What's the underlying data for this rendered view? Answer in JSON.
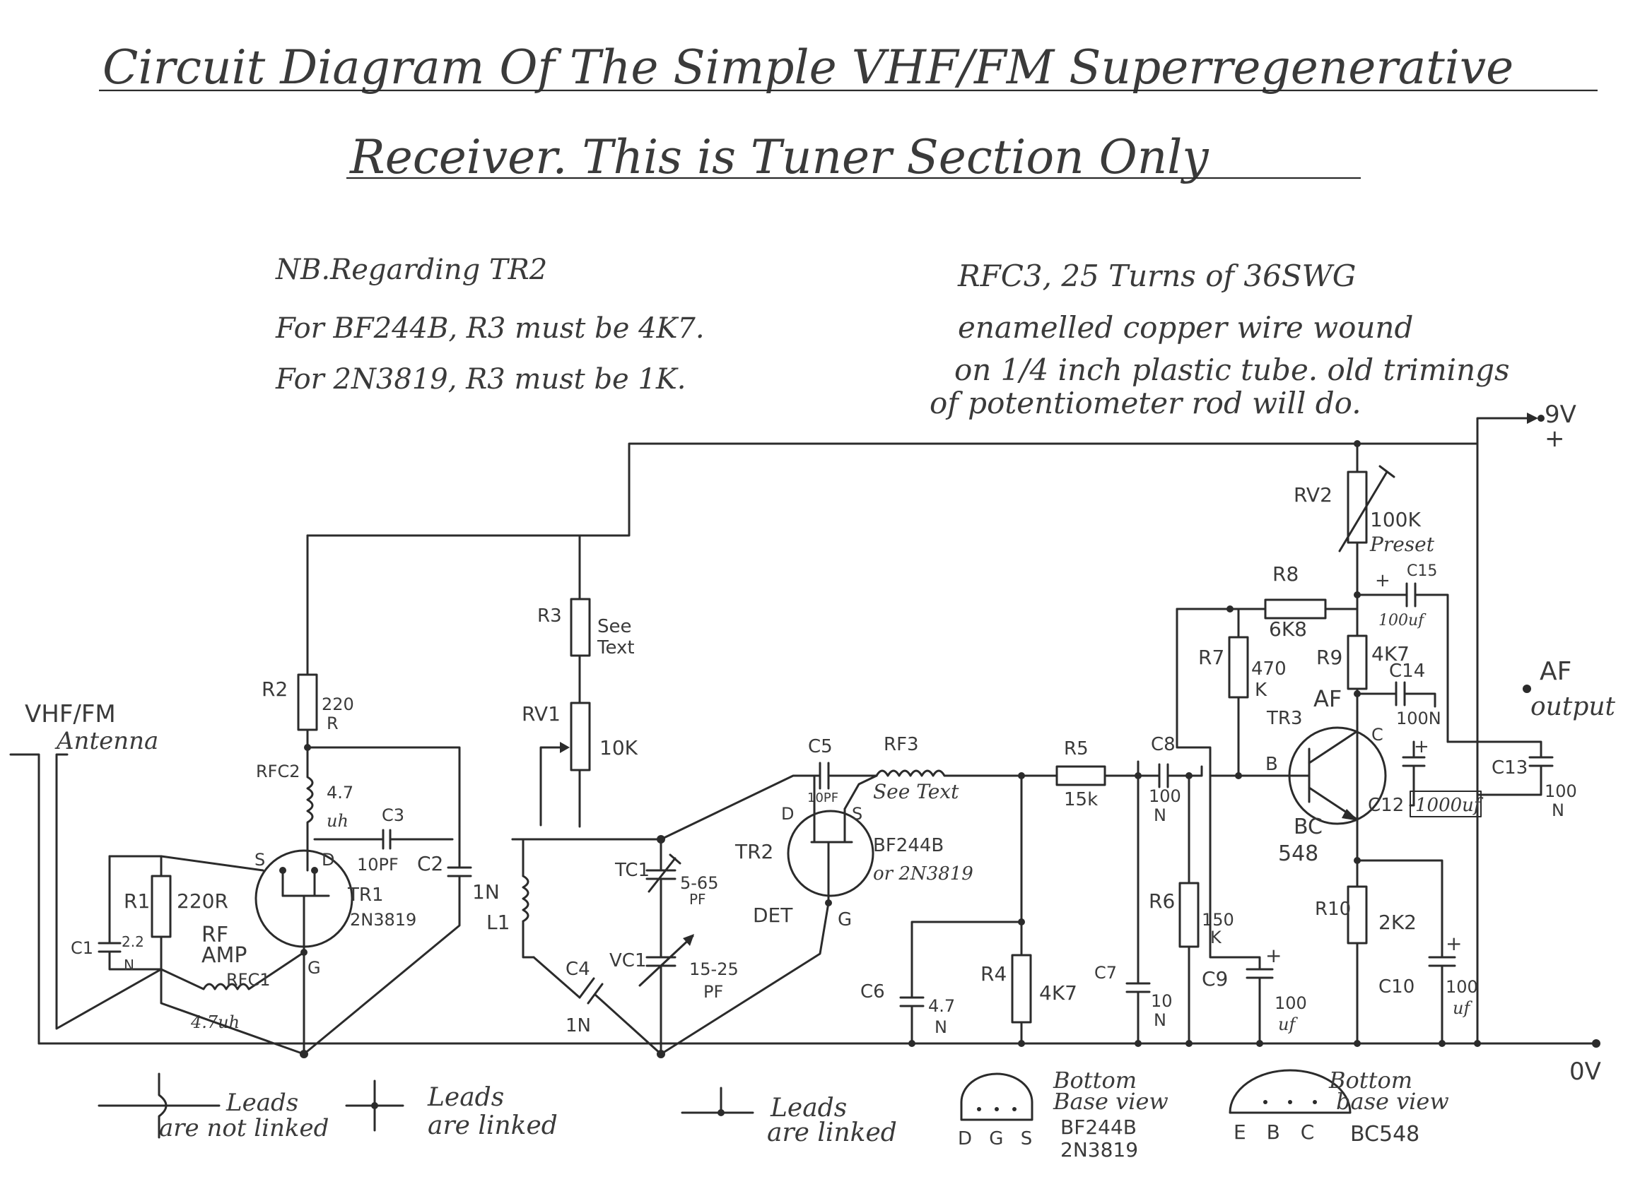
{
  "title": {
    "line1": "Circuit Diagram Of The Simple VHF/FM Superregenerative",
    "line2": "Receiver. This is Tuner Section Only"
  },
  "notes": {
    "tr2": {
      "heading": "NB.Regarding TR2",
      "line1": "For BF244B, R3 must be 4K7.",
      "line2": "For 2N3819, R3 must be 1K."
    },
    "rfc3": {
      "line1": "RFC3, 25 Turns of 36SWG",
      "line2": "enamelled copper wire wound",
      "line3": "on 1/4 inch plastic tube. old trimings",
      "line4": "of potentiometer rod will do."
    }
  },
  "labels": {
    "antenna1": "VHF/FM",
    "antenna2": "Antenna",
    "supply_v": "9V",
    "supply_plus": "+",
    "ground": "0V",
    "af_out1": "AF",
    "af_out2": "output"
  },
  "components": {
    "r1": "R1",
    "r1_val": "220R",
    "c1": "C1",
    "c1_val": "2.2",
    "c1_unit": "N",
    "rf_amp1": "RF",
    "rf_amp2": "AMP",
    "rfc1": "RFC1",
    "rfc1_val": "4.7uh",
    "tr1": "TR1",
    "tr1_type": "2N3819",
    "tr1_s": "S",
    "tr1_d": "D",
    "tr1_g": "G",
    "r2": "R2",
    "r2_val1": "220",
    "r2_val2": "R",
    "rfc2": "RFC2",
    "rfc2_val1": "4.7",
    "rfc2_val2": "uh",
    "c3": "C3",
    "c3_val": "10PF",
    "c2": "C2",
    "c2_val": "1N",
    "l1": "L1",
    "r3": "R3",
    "r3_val1": "See",
    "r3_val2": "Text",
    "rv1": "RV1",
    "rv1_val": "10K",
    "c4": "C4",
    "c4_val": "1N",
    "tc1": "TC1",
    "tc1_val1": "5-65",
    "tc1_val2": "PF",
    "vc1": "VC1",
    "vc1_val1": "15-25",
    "vc1_val2": "PF",
    "c5": "C5",
    "c5_val": "10PF",
    "rf3": "RF3",
    "rf3_val": "See Text",
    "tr2": "TR2",
    "tr2_type1": "BF244B",
    "tr2_type2": "or 2N3819",
    "tr2_d": "D",
    "tr2_s": "S",
    "tr2_g": "G",
    "tr2_det": "DET",
    "c6": "C6",
    "c6_val1": "4.7",
    "c6_val2": "N",
    "r4": "R4",
    "r4_val": "4K7",
    "r5": "R5",
    "r5_val": "15k",
    "c8": "C8",
    "c8_val1": "100",
    "c8_val2": "N",
    "c7": "C7",
    "c7_val1": "10",
    "c7_val2": "N",
    "r6": "R6",
    "r6_val1": "150",
    "r6_val2": "K",
    "c9": "C9",
    "c9_val1": "100",
    "c9_val2": "uf",
    "r7": "R7",
    "r7_val1": "470",
    "r7_val2": "K",
    "r8": "R8",
    "r8_val": "6K8",
    "rv2": "RV2",
    "rv2_val1": "100K",
    "rv2_val2": "Preset",
    "c15": "C15",
    "c15_val": "100uf",
    "r9": "R9",
    "r9_val": "4K7",
    "c14": "C14",
    "c14_val": "100N",
    "tr3": "TR3",
    "tr3_af": "AF",
    "tr3_type1": "BC",
    "tr3_type2": "548",
    "tr3_b": "B",
    "tr3_c": "C",
    "r10": "R10",
    "r10_val": "2K2",
    "c10": "C10",
    "c10_val1": "100",
    "c10_val2": "uf",
    "c12": "C12",
    "c12_val": "1000uf",
    "c13": "C13",
    "c13_val1": "100",
    "c13_val2": "N"
  },
  "legend": {
    "not_linked1": "Leads",
    "not_linked2": "are not linked",
    "linked_a1": "Leads",
    "linked_a2": "are linked",
    "linked_b1": "Leads",
    "linked_b2": "are linked",
    "fet_base1": "Bottom",
    "fet_base2": "Base view",
    "fet_base3": "BF244B",
    "fet_base4": "2N3819",
    "fet_pins": "D G S",
    "bjt_base1": "Bottom",
    "bjt_base2": "base view",
    "bjt_base3": "BC548",
    "bjt_pins": "E B C"
  }
}
